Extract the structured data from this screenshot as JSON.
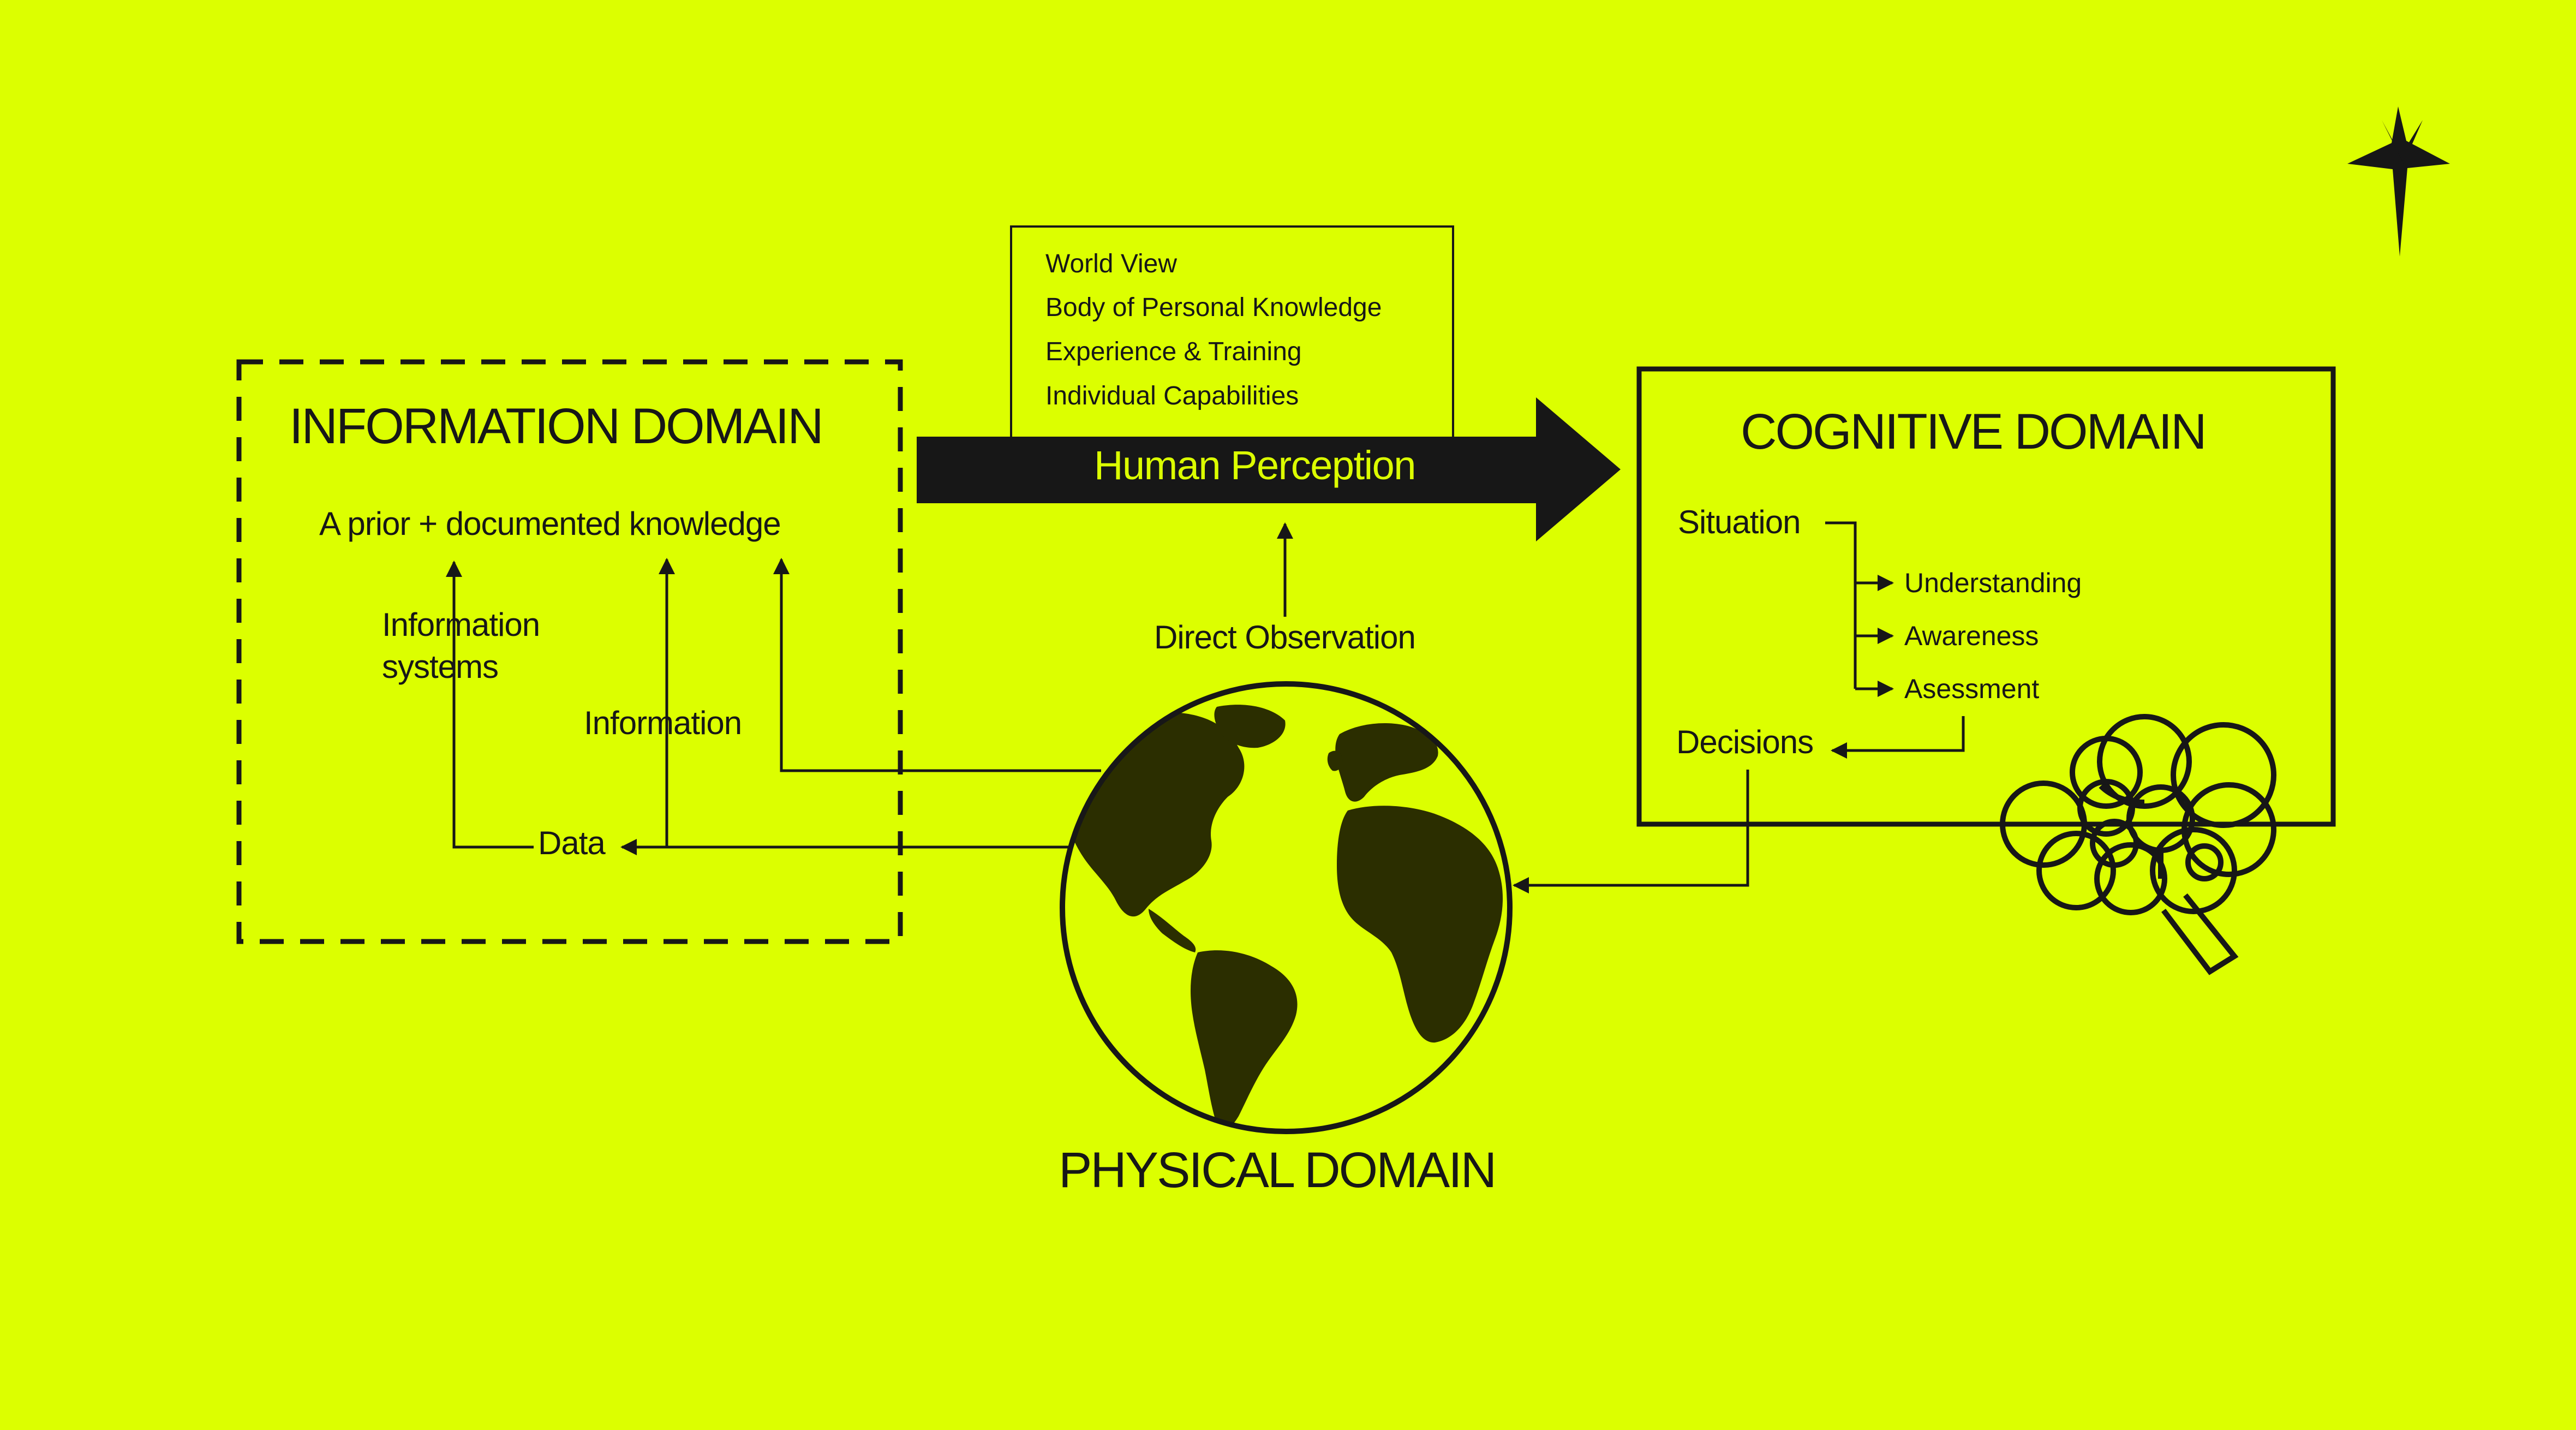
{
  "colors": {
    "background": "#DCFF00",
    "ink": "#171717",
    "globe_fill": "#2B2E00"
  },
  "icons": {
    "star": "four-point-star-icon",
    "globe": "globe-icon",
    "brain": "brain-magnifier-icon"
  },
  "information_domain": {
    "title": "INFORMATION DOMAIN",
    "knowledge": "A prior + documented knowledge",
    "info_systems_line1": "Information",
    "info_systems_line2": "systems",
    "information": "Information",
    "data": "Data"
  },
  "perception": {
    "items": [
      "World View",
      "Body of Personal Knowledge",
      "Experience & Training",
      "Individual Capabilities"
    ],
    "arrow_label": "Human Perception",
    "direct_observation": "Direct Observation"
  },
  "cognitive_domain": {
    "title": "COGNITIVE DOMAIN",
    "situation": "Situation",
    "branches": [
      "Understanding",
      "Awareness",
      "Asessment"
    ],
    "decisions": "Decisions"
  },
  "physical_domain": {
    "title": "PHYSICAL DOMAIN"
  }
}
